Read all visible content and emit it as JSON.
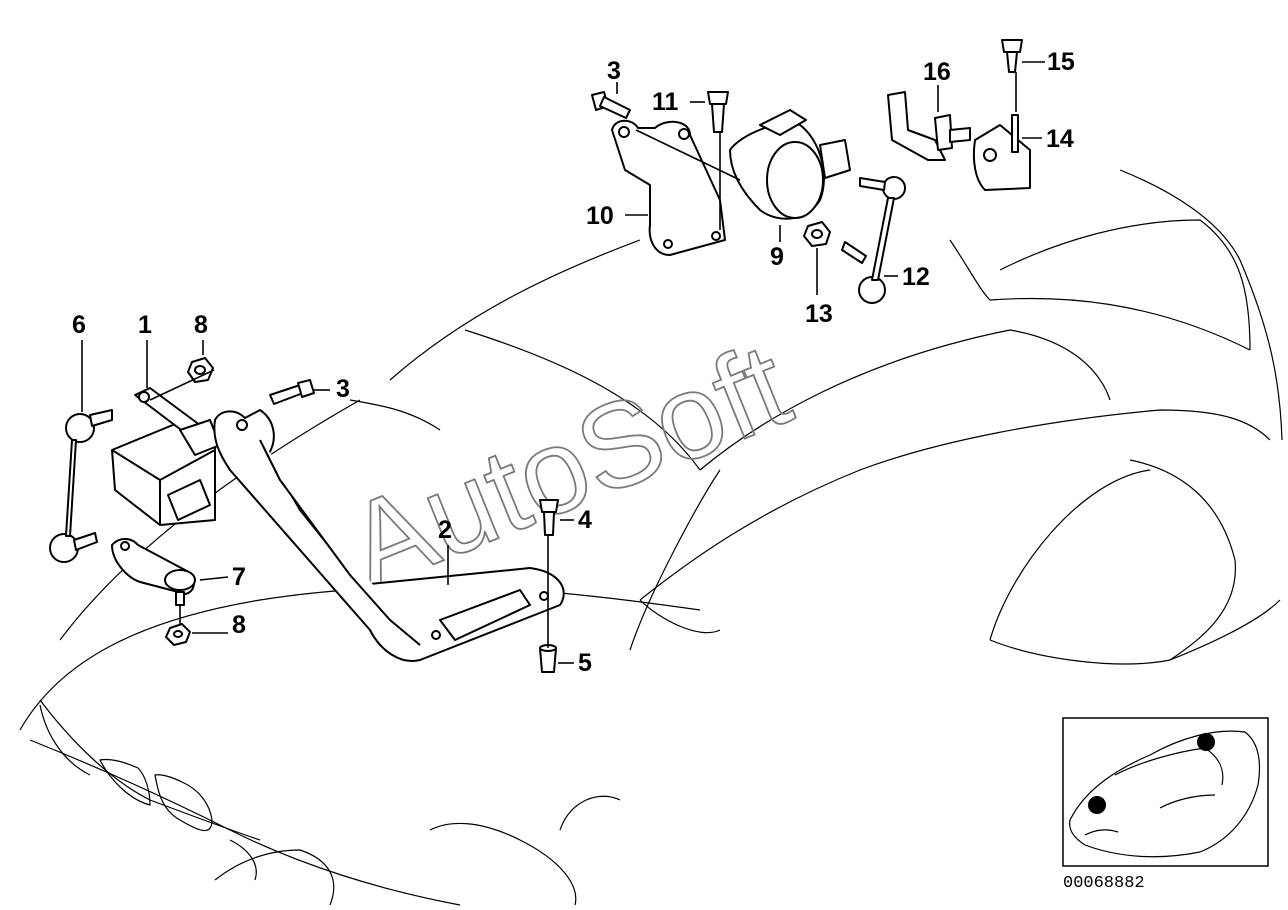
{
  "diagram": {
    "reference_number": "00068882",
    "watermark": "AutoSoft",
    "callouts": {
      "c1": "1",
      "c2": "2",
      "c3a": "3",
      "c3b": "3",
      "c4": "4",
      "c5": "5",
      "c6": "6",
      "c7": "7",
      "c8a": "8",
      "c8b": "8",
      "c9": "9",
      "c10": "10",
      "c11": "11",
      "c12": "12",
      "c13": "13",
      "c14": "14",
      "c15": "15",
      "c16": "16"
    }
  }
}
